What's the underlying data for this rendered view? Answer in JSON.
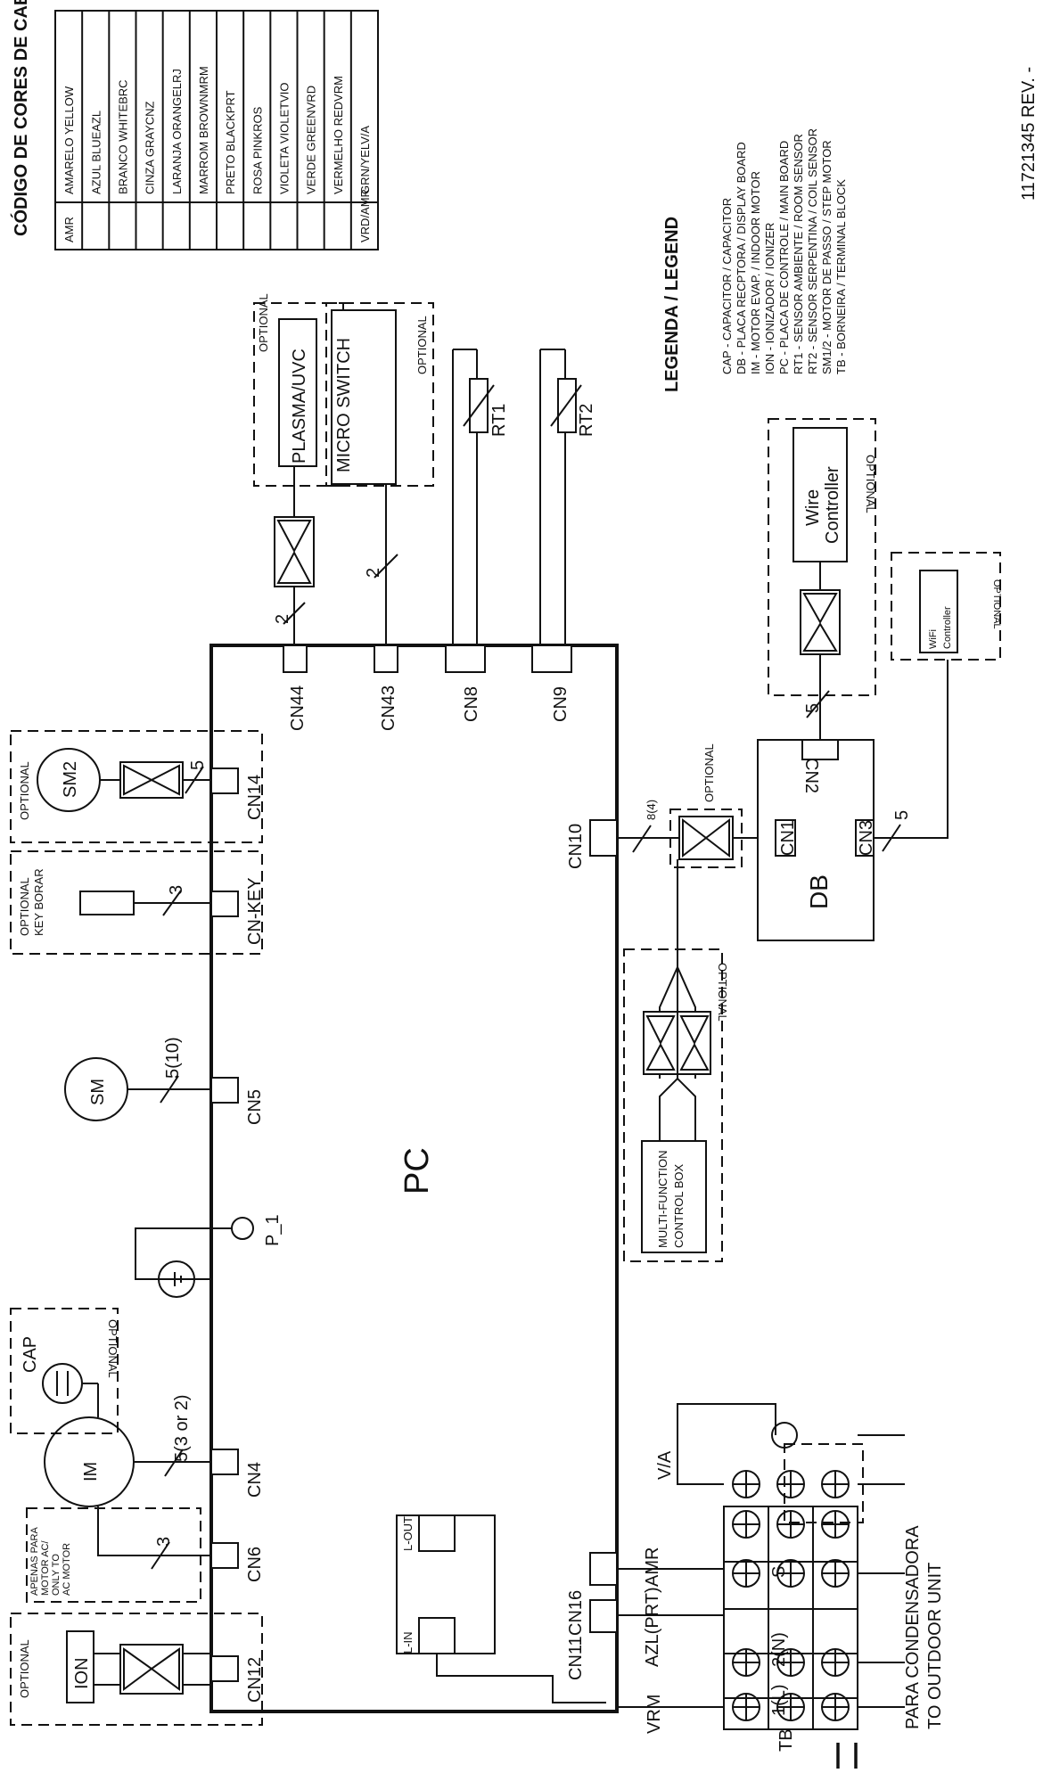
{
  "cable_colors": {
    "title": "CÓDIGO DE CORES DE CABOS",
    "rows": [
      {
        "code": "AMR",
        "name": "AMARELO YELLOW"
      },
      {
        "code": "",
        "name": "AZUL BLUEAZL"
      },
      {
        "code": "",
        "name": "BRANCO WHITEBRC"
      },
      {
        "code": "",
        "name": "CINZA GRAYCNZ"
      },
      {
        "code": "",
        "name": "LARANJA ORANGELRJ"
      },
      {
        "code": "",
        "name": "MARROM BROWNMRM"
      },
      {
        "code": "",
        "name": "PRETO BLACKPRT"
      },
      {
        "code": "",
        "name": "ROSA PINKROS"
      },
      {
        "code": "",
        "name": "VIOLETA VIOLETVIO"
      },
      {
        "code": "",
        "name": "VERDE GREENVRD"
      },
      {
        "code": "",
        "name": "VERMELHO REDVRM"
      },
      {
        "code": "VRD/AMR",
        "name": "GRN/YELV/A"
      }
    ]
  },
  "legend": {
    "title": "LEGENDA / LEGEND",
    "items": [
      "CAP - CAPACITOR / CAPACITOR",
      "DB - PLACA RECPTORA / DISPLAY BOARD",
      "IM - MOTOR EVAP. / INDOOR MOTOR",
      "ION - IONIZADOR / IONIZER",
      "PC - PLACA DE CONTROLE / MAIN BOARD",
      "RT1 - SENSOR AMBIENTE / ROOM SENSOR",
      "RT2 - SENSOR SERPENTINA / COIL SENSOR",
      "SM1/2 - MOTOR DE PASSO / STEP MOTOR",
      "TB - BORNEIRA / TERMINAL BLOCK"
    ]
  },
  "doc_number": "11721345  REV.  -",
  "components": {
    "pc": "PC",
    "db": "DB",
    "ion": "ION",
    "im": "IM",
    "cap": "CAP",
    "sm": "SM",
    "sm2": "SM2",
    "p1": "P_1",
    "tb": "TB",
    "plasma": "PLASMA/UVC",
    "microswitch": "MICRO SWITCH",
    "rt1": "RT1",
    "rt2": "RT2",
    "wire_controller_1": "Wire",
    "wire_controller_2": "Controller",
    "wifi_1": "WiFi",
    "wifi_2": "Controller",
    "mfc_1": "MULTI-FUNCTION",
    "mfc_2": "CONTROL BOX",
    "l_in": "L-IN",
    "l_out": "L-OUT",
    "key_borar": "KEY BORAR",
    "apenas_1": "APENAS PARA",
    "apenas_2": "MOTOR AC/",
    "apenas_3": "ONLY TO",
    "apenas_4": "AC MOTOR"
  },
  "connectors": {
    "cn12": "CN12",
    "cn6": "CN6",
    "cn4": "CN4",
    "cn5": "CN5",
    "cnkey": "CN-KEY",
    "cn14": "CN14",
    "cn44": "CN44",
    "cn43": "CN43",
    "cn8": "CN8",
    "cn9": "CN9",
    "cn10": "CN10",
    "cn11": "CN11",
    "cn16": "CN16",
    "cn1": "CN1",
    "cn2": "CN2",
    "cn3": "CN3"
  },
  "wire_counts": {
    "im": "5(3 or 2)",
    "ac": "3",
    "sm": "5(10)",
    "key": "3",
    "sm2": "5",
    "plasma": "2",
    "micro": "2",
    "cn10": "8(4)",
    "dbwire": "5",
    "wifi": "5"
  },
  "wire_colors": {
    "vrm": "VRM",
    "azl": "AZL(PRT)",
    "amr": "AMR",
    "va": "V/A"
  },
  "terminals": {
    "t1": "1(L)",
    "t2": "2(N)",
    "ts": "S"
  },
  "outdoor": {
    "line1": "PARA CONDENSADORA",
    "line2": "TO OUTDOOR UNIT"
  },
  "optional_label": "OPTIONAL"
}
